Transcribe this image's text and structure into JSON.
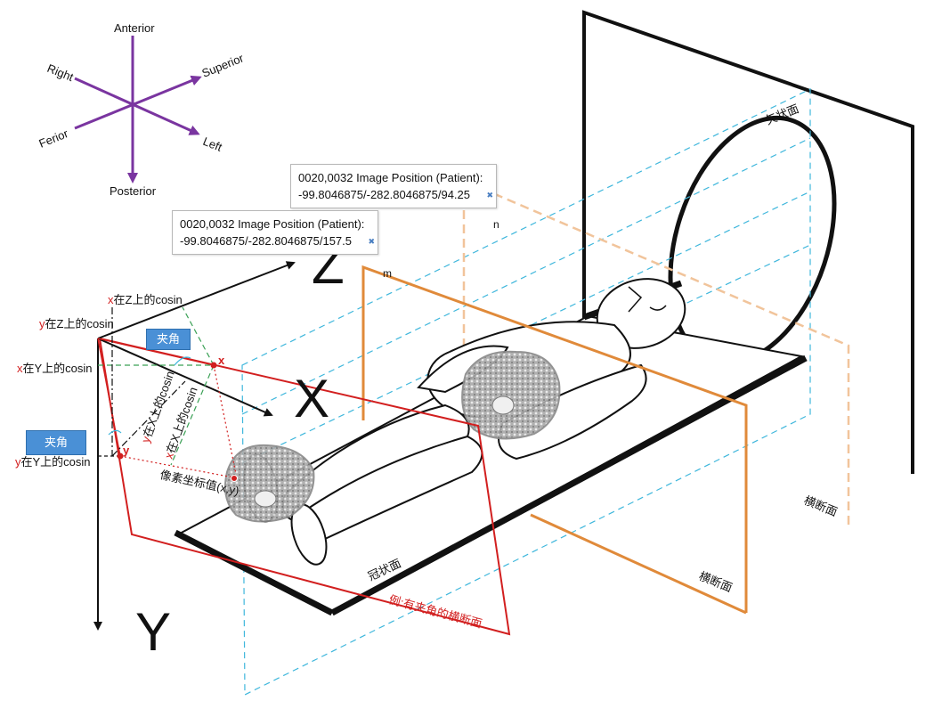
{
  "orientation": {
    "anterior": "Anterior",
    "posterior": "Posterior",
    "right": "Right",
    "left": "Left",
    "superior": "Superior",
    "ferior": "Ferior"
  },
  "axes": {
    "x": "X",
    "y": "Y",
    "z": "Z"
  },
  "boxes": {
    "upper": {
      "line1": "0020,0032  Image Position (Patient):",
      "line2": "-99.8046875/-282.8046875/94.25"
    },
    "lower": {
      "line1": "0020,0032  Image Position (Patient):",
      "line2": "-99.8046875/-282.8046875/157.5"
    }
  },
  "letters": {
    "m": "m",
    "n": "n",
    "x": "x",
    "y": "y"
  },
  "cosines": {
    "x_on_z": {
      "prefix": "x",
      "rest": "在Z上的cosin"
    },
    "y_on_z": {
      "prefix": "y",
      "rest": "在Z上的cosin"
    },
    "x_on_y": {
      "prefix": "x",
      "rest": "在Y上的cosin"
    },
    "y_on_y": {
      "prefix": "y",
      "rest": "在Y上的cosin"
    },
    "y_on_x": {
      "prefix": "y",
      "rest": "在X上的cosin"
    },
    "x_on_x": {
      "prefix": "x",
      "rest": "在X上的cosin"
    }
  },
  "angle_tags": {
    "upper": "夹角",
    "lower": "夹角"
  },
  "planes": {
    "sagittal": "矢状面",
    "transverse_right": "横断面",
    "transverse_front": "横断面",
    "coronal": "冠状面",
    "oblique": "例:有夹角的横断面"
  },
  "pixel_coord": "像素坐标值(x,y)",
  "colors": {
    "compass": "#7a35a0",
    "red_plane": "#d21f1f",
    "orange_plane": "#e08a3a",
    "orange_dashed": "#f1c49b",
    "cyan_dashed": "#3fb7dc",
    "green_dashed": "#3aa055",
    "angle_tag": "#4a90d6"
  }
}
